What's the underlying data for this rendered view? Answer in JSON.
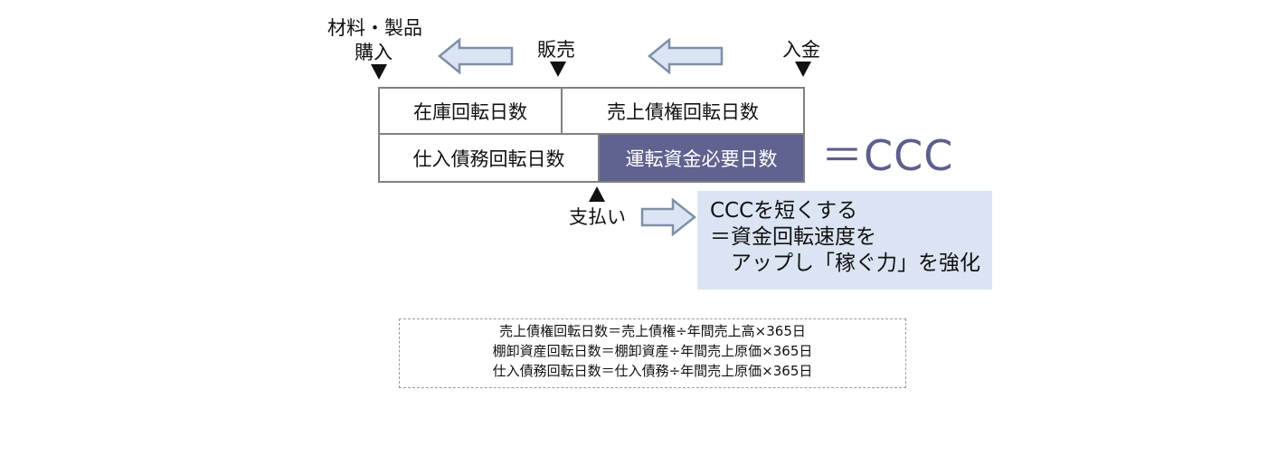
{
  "timeline": {
    "purchase_line1": "材料・製品",
    "purchase_line2": "購入",
    "sale": "販売",
    "receipt": "入金",
    "payment": "支払い"
  },
  "cells": {
    "inventory_days": "在庫回転日数",
    "receivable_days": "売上債権回転日数",
    "payable_days": "仕入債務回転日数",
    "working_capital_days": "運転資金必要日数"
  },
  "equals_ccc": "＝CCC",
  "callout": {
    "line1": "CCCを短くする",
    "line2": "＝資金回転速度を",
    "line3": "　アップし「稼ぐ力」を強化"
  },
  "formulas": [
    "売上債権回転日数＝売上債権÷年間売上高×365日",
    "棚卸資産回転日数＝棚卸資産÷年間売上原価×365日",
    "仕入債務回転日数＝仕入債務÷年間売上原価×365日"
  ],
  "colors": {
    "dark_cell": "#60628f",
    "callout_bg": "#dbe4f3",
    "arrow_fill": "#dbe4f3",
    "arrow_stroke": "#7f8fa6"
  }
}
